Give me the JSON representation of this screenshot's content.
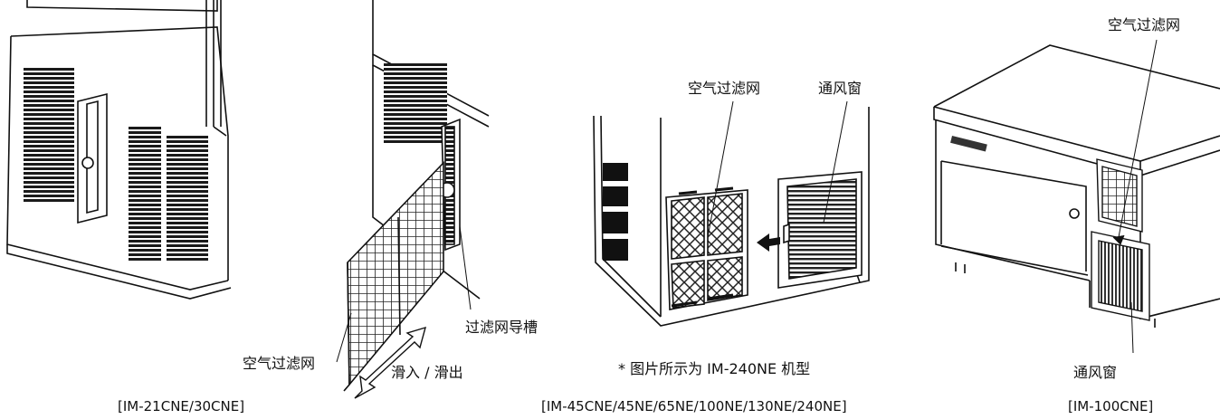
{
  "panel1": {
    "label_filter": "空气过滤网",
    "label_slide": "滑入 / 滑出",
    "label_guide": "过滤网导槽",
    "caption_left": "[IM-21CNE/30CNE]"
  },
  "panel2": {
    "label_filter": "空气过滤网",
    "label_vent": "通风窗",
    "note": "* 图片所示为 IM-240NE 机型",
    "caption": "[IM-45CNE/45NE/65NE/100NE/130NE/240NE]"
  },
  "panel3": {
    "label_filter": "空气过滤网",
    "label_vent": "通风窗",
    "caption": "[IM-100CNE]"
  }
}
